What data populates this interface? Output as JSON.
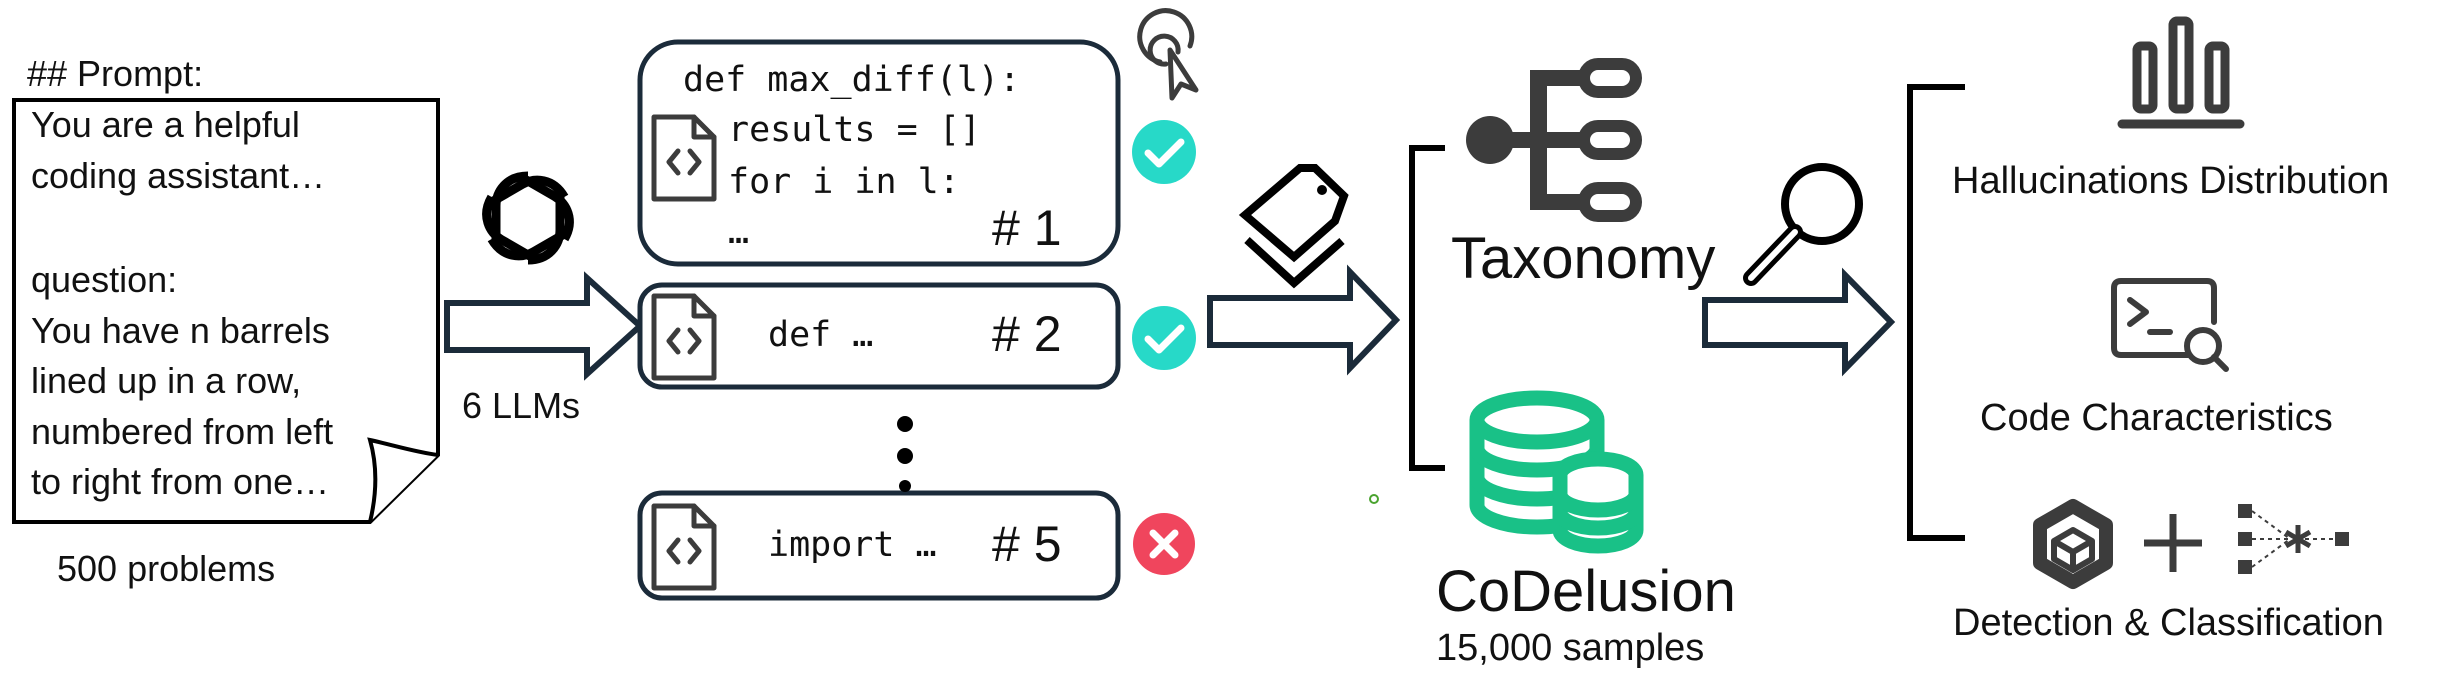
{
  "prompt": {
    "heading": "## Prompt:",
    "lines": [
      "You are a helpful",
      "coding assistant…",
      "",
      "question:",
      "You have n barrels",
      "lined up in a row,",
      "numbered from left",
      "to right from one…"
    ],
    "caption": "500 problems"
  },
  "llm_label": "6 LLMs",
  "candidates": [
    {
      "code": [
        "def max_diff(l):",
        "   results = []",
        "   for i in l:",
        "   …"
      ],
      "num": "# 1",
      "status": "pass"
    },
    {
      "code": [
        "def …"
      ],
      "num": "# 2",
      "status": "pass"
    },
    {
      "code": [
        "import …"
      ],
      "num": "# 5",
      "status": "fail"
    }
  ],
  "taxonomy_label": "Taxonomy",
  "dataset": {
    "name": "CoDelusion",
    "samples": "15,000 samples"
  },
  "analyses": [
    "Hallucinations Distribution",
    "Code Characteristics",
    "Detection & Classification"
  ],
  "plus_symbol": "+",
  "colors": {
    "stroke": "#1b2b3a",
    "check": "#27d9c8",
    "cross": "#f0455d",
    "database": "#19c187",
    "icon": "#3c3c3c",
    "cursor_dot": "#4aa32f"
  }
}
